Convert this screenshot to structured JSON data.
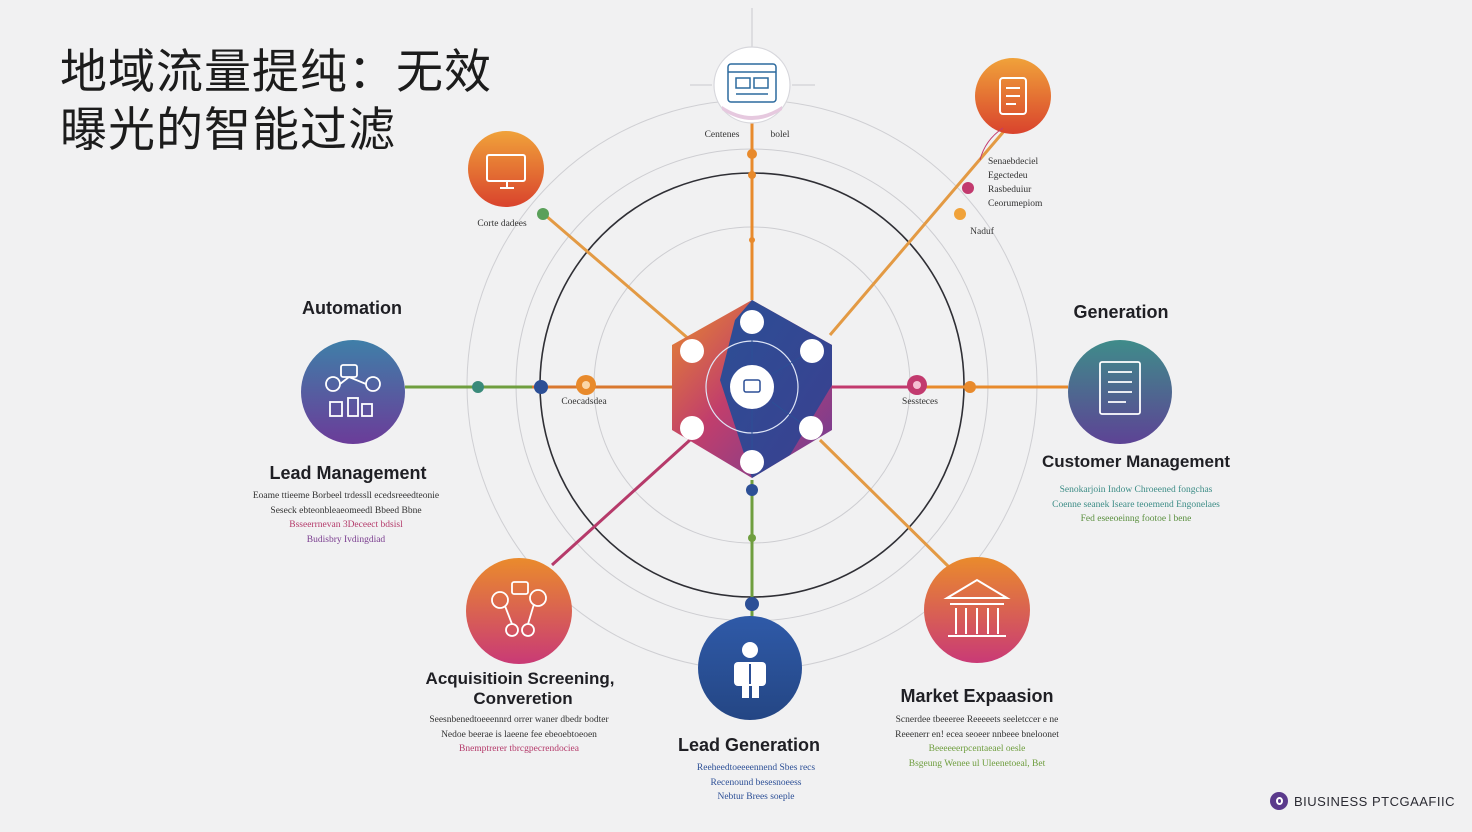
{
  "title_lines": [
    "地域流量提纯：无效",
    "曝光的智能过滤"
  ],
  "labels": {
    "automation": "Automation",
    "generation": "Generation",
    "lead_management": "Lead Management",
    "customer_management": "Customer Management",
    "acquisition_line1": "Acquisitioin Screening,",
    "acquisition_line2": "Converetion",
    "lead_generation": "Lead Generation",
    "market_expansion": "Market Expaasion"
  },
  "small_labels": {
    "top_left": "Centenes",
    "top_right": "bolel",
    "upper_left": "Corte dadees",
    "mid_left": "Coecadsdea",
    "mid_right": "Sessteces",
    "side_end": "Naduf"
  },
  "side_list": [
    "Senaebdeciel",
    "Egectedeu",
    "Rasbeduiur",
    "Ceorumepiom"
  ],
  "descriptions": {
    "lead_management": [
      "Eoame ttieeme Borbeel trdessll ecedsreeedteonie",
      "Seseck ebteonbleaeomeedl Bbeed Bbne",
      "Bsseerrnevan 3Deceect bdsisl",
      "Budisbry Ivdingdiad"
    ],
    "customer_management": [
      "Senokarjoin Indow Chroeened fongchas",
      "Coenne seanek Iseare teoemend Engonelaes",
      "Fed eseeoeinng footoe l bene"
    ],
    "acquisition": [
      "Seesnbenedtoeeennrd orrer waner dbedr bodter",
      "Nedoe beerae is laeene fee ebeoebtoeoen",
      "Bnemptrerer tbrcgpecrendociea"
    ],
    "lead_generation": [
      "Reeheedtoeeeennend Sbes recs",
      "Recenound besesnoeess",
      "Nebtur Brees soeple"
    ],
    "market_expansion": [
      "Scnerdee tbeeeree Reeeeets seeletccer e ne",
      "Reeenerr en! ecea seoeer nnbeee bneloonet",
      "Beeeeeerpcentaeael oesle",
      "Bsgeung Wenee ul Uleenetoeal, Bet"
    ]
  },
  "brand": "BIUSINESS PTCGAAFIIC",
  "colors": {
    "orange": "#e88a2c",
    "navy": "#2c4f96",
    "purple": "#6d3f97",
    "magenta": "#c23a6e",
    "green": "#6f9e3f",
    "teal": "#3c8c86",
    "background": "#f1f1f2"
  },
  "icons": [
    "monitor-icon",
    "document-icon",
    "browser-icon",
    "chart-icon",
    "tablet-icon",
    "network-icon",
    "person-icon",
    "building-icon",
    "chat-icon"
  ]
}
